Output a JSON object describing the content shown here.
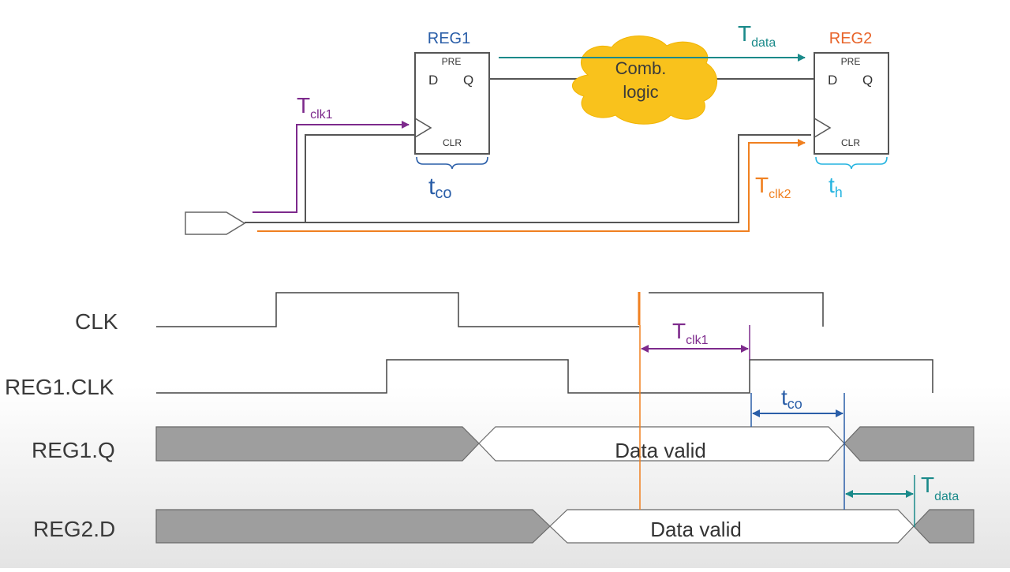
{
  "colors": {
    "reg1": "#2a5ea8",
    "reg2": "#e8642a",
    "tdata": "#1a8a8a",
    "tclk1": "#7d2a8c",
    "tclk2": "#f08020",
    "tco": "#2a5ea8",
    "th": "#25b4e0",
    "cloud": "#f9c21c",
    "grid_orange": "#f08020"
  },
  "circuit": {
    "reg1": {
      "name": "REG1",
      "pre": "PRE",
      "d": "D",
      "q": "Q",
      "clr": "CLR"
    },
    "reg2": {
      "name": "REG2",
      "pre": "PRE",
      "d": "D",
      "q": "Q",
      "clr": "CLR"
    },
    "comb_logic": {
      "line1": "Comb.",
      "line2": "logic"
    },
    "labels": {
      "tdata_main": "T",
      "tdata_sub": "data",
      "tclk1_main": "T",
      "tclk1_sub": "clk1",
      "tclk2_main": "T",
      "tclk2_sub": "clk2",
      "tco_main": "t",
      "tco_sub": "co",
      "th_main": "t",
      "th_sub": "h"
    }
  },
  "timing": {
    "signals": [
      "CLK",
      "REG1.CLK",
      "REG1.Q",
      "REG2.D"
    ],
    "reg1q_valid": "Data valid",
    "reg2d_valid": "Data valid",
    "annotations": {
      "tclk1_main": "T",
      "tclk1_sub": "clk1",
      "tco_main": "t",
      "tco_sub": "co",
      "tdata_main": "T",
      "tdata_sub": "data"
    }
  }
}
